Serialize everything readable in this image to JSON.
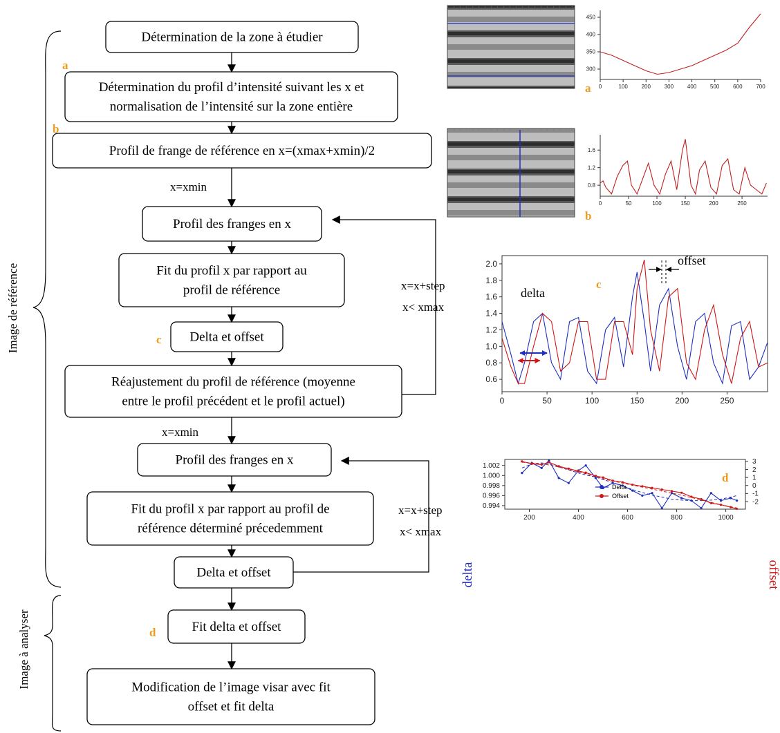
{
  "flow": {
    "boxes": [
      {
        "id": "zone",
        "lines": [
          "Détermination de la zone à étudier"
        ]
      },
      {
        "id": "profil-intensite",
        "lines": [
          "Détermination du profil d’intensité suivant les x et",
          "normalisation de l’intensité sur la zone entière"
        ]
      },
      {
        "id": "profil-reference",
        "lines": [
          "Profil de frange de référence en x=(xmax+xmin)/2"
        ]
      },
      {
        "id": "profil-franges-1",
        "lines": [
          "Profil des franges en x"
        ]
      },
      {
        "id": "fit-1",
        "lines": [
          "Fit du profil x par rapport au",
          "profil de référence"
        ]
      },
      {
        "id": "delta-offset-1",
        "lines": [
          "Delta et offset"
        ]
      },
      {
        "id": "reajustement",
        "lines": [
          "Réajustement du profil de référence (moyenne",
          "entre le profil précédent et le profil actuel)"
        ]
      },
      {
        "id": "profil-franges-2",
        "lines": [
          "Profil des franges en x"
        ]
      },
      {
        "id": "fit-2",
        "lines": [
          "Fit du profil x par rapport au profil de",
          "référence déterminé précedemment"
        ]
      },
      {
        "id": "delta-offset-2",
        "lines": [
          "Delta et offset"
        ]
      },
      {
        "id": "fit-delta-offset",
        "lines": [
          "Fit delta et offset"
        ]
      },
      {
        "id": "modification",
        "lines": [
          "Modification de l’image visar avec fit",
          "offset et fit delta"
        ]
      }
    ],
    "labels": {
      "x_min_1": "x=xmin",
      "x_min_2": "x=xmin",
      "loop_1": [
        "x=x+step",
        "x< xmax"
      ],
      "loop_2": [
        "x=x+step",
        "x< xmax"
      ]
    },
    "side_labels": {
      "reference": "Image de référence",
      "analyse": "Image à analyser"
    },
    "step_letters": {
      "a": "a",
      "b": "b",
      "c": "c",
      "d": "d"
    }
  },
  "colors": {
    "accent_letter": "#f29a1c",
    "delta_blue": "#1f2fbf",
    "offset_red": "#d01515",
    "fringe_dark": "#3a3a3a"
  },
  "charts": {
    "panel_letters": {
      "a": "a",
      "b": "b",
      "c": "c",
      "d": "d"
    }
  },
  "chart_data": [
    {
      "id": "a",
      "type": "line",
      "x": [
        0,
        50,
        100,
        150,
        200,
        250,
        300,
        350,
        400,
        450,
        500,
        550,
        600,
        650,
        700
      ],
      "series": [
        {
          "values": [
            350,
            340,
            325,
            310,
            295,
            285,
            290,
            300,
            310,
            325,
            340,
            355,
            375,
            420,
            460
          ]
        }
      ],
      "xticks": [
        0,
        100,
        200,
        300,
        400,
        500,
        600,
        700
      ],
      "yticks": [
        300,
        350,
        400,
        450
      ],
      "xlim": [
        0,
        700
      ],
      "ylim": [
        270,
        470
      ],
      "color": "#c02020"
    },
    {
      "id": "b",
      "type": "line",
      "x": [
        0,
        5,
        10,
        20,
        30,
        40,
        48,
        55,
        65,
        75,
        85,
        95,
        105,
        115,
        125,
        135,
        145,
        150,
        160,
        168,
        175,
        185,
        195,
        205,
        215,
        225,
        235,
        245,
        255,
        265,
        275,
        285,
        293
      ],
      "series": [
        {
          "values": [
            0.85,
            0.9,
            0.75,
            0.6,
            1.0,
            1.25,
            1.35,
            0.8,
            0.6,
            0.95,
            1.3,
            0.8,
            0.6,
            1.05,
            1.35,
            0.7,
            1.6,
            1.85,
            0.8,
            0.6,
            1.15,
            1.35,
            0.75,
            0.6,
            1.25,
            1.4,
            0.7,
            0.6,
            1.2,
            0.8,
            0.7,
            0.6,
            0.85
          ]
        }
      ],
      "xticks": [
        0,
        50,
        100,
        150,
        200,
        250
      ],
      "yticks": [
        0.8,
        1.2,
        1.6
      ],
      "xlim": [
        0,
        295
      ],
      "ylim": [
        0.55,
        1.95
      ],
      "color": "#c02020"
    },
    {
      "id": "c",
      "type": "line",
      "x": [
        0,
        10,
        18,
        25,
        35,
        45,
        55,
        65,
        75,
        85,
        95,
        105,
        115,
        125,
        135,
        145,
        150,
        158,
        165,
        175,
        185,
        195,
        205,
        215,
        225,
        235,
        245,
        255,
        265,
        275,
        285,
        295
      ],
      "series": [
        {
          "name": "blue",
          "color": "#1f2fbf",
          "values": [
            1.3,
            0.9,
            0.55,
            0.8,
            1.3,
            1.4,
            0.8,
            0.6,
            1.3,
            1.35,
            0.7,
            0.55,
            1.2,
            1.35,
            0.75,
            1.6,
            1.9,
            1.3,
            0.7,
            1.5,
            1.7,
            1.0,
            0.6,
            1.3,
            1.4,
            0.8,
            0.55,
            1.25,
            1.3,
            0.6,
            0.75,
            1.05
          ]
        },
        {
          "name": "red",
          "color": "#d01515",
          "values": [
            1.1,
            0.75,
            0.55,
            0.55,
            1.0,
            1.4,
            1.3,
            0.7,
            0.8,
            1.3,
            1.3,
            0.6,
            0.6,
            1.3,
            1.3,
            0.9,
            1.7,
            2.05,
            1.2,
            0.7,
            1.6,
            1.7,
            0.8,
            0.6,
            1.2,
            1.5,
            0.9,
            0.55,
            1.1,
            1.3,
            0.75,
            0.8
          ]
        }
      ],
      "xticks": [
        0,
        50,
        100,
        150,
        200,
        250
      ],
      "yticks": [
        0.6,
        0.8,
        1.0,
        1.2,
        1.4,
        1.6,
        1.8,
        2.0
      ],
      "xlim": [
        0,
        295
      ],
      "ylim": [
        0.45,
        2.1
      ],
      "annotations": {
        "delta": "delta",
        "offset": "offset"
      }
    },
    {
      "id": "d",
      "type": "line",
      "legend": [
        "Delta",
        "Offset"
      ],
      "ylabel_left": "delta",
      "ylabel_right": "offset",
      "x": [
        170,
        210,
        250,
        280,
        320,
        360,
        400,
        430,
        470,
        500,
        540,
        580,
        620,
        660,
        700,
        740,
        780,
        820,
        860,
        900,
        940,
        980,
        1020,
        1045
      ],
      "series": [
        {
          "name": "Delta",
          "axis": "left",
          "color": "#1f2fbf",
          "values": [
            1.0005,
            1.0025,
            1.0015,
            1.003,
            0.9995,
            0.9985,
            1.001,
            1.002,
            0.9995,
            0.9975,
            0.9985,
            0.998,
            0.997,
            0.996,
            0.9965,
            0.9935,
            0.9965,
            0.9955,
            0.995,
            0.9935,
            0.9965,
            0.995,
            0.9955,
            0.995
          ]
        },
        {
          "name": "Delta fit",
          "axis": "left",
          "color": "#1f2fbf",
          "dashed": true,
          "values": [
            1.0015,
            1.0023,
            1.0025,
            1.0023,
            1.0017,
            1.0011,
            1.0005,
            1.0001,
            0.9997,
            0.9992,
            0.9986,
            0.9979,
            0.9972,
            0.9966,
            0.9961,
            0.9957,
            0.9953,
            0.9951,
            0.995,
            0.995,
            0.9951,
            0.9953,
            0.9957,
            0.996
          ]
        },
        {
          "name": "Offset",
          "axis": "right",
          "color": "#d01515",
          "values": [
            3.0,
            2.7,
            2.6,
            2.9,
            2.4,
            2.1,
            1.8,
            1.6,
            1.2,
            1.0,
            0.6,
            0.4,
            0.1,
            -0.1,
            -0.3,
            -0.5,
            -0.7,
            -0.9,
            -1.4,
            -1.7,
            -2.2,
            -2.4,
            -2.7,
            -2.9
          ]
        },
        {
          "name": "Offset fit",
          "axis": "right",
          "color": "#d01515",
          "dashed": true,
          "values": [
            2.9,
            2.8,
            2.7,
            2.55,
            2.3,
            2.0,
            1.7,
            1.45,
            1.1,
            0.85,
            0.55,
            0.3,
            0.05,
            -0.2,
            -0.45,
            -0.7,
            -0.95,
            -1.2,
            -1.5,
            -1.8,
            -2.1,
            -2.4,
            -2.65,
            -2.8
          ]
        }
      ],
      "xticks": [
        200,
        400,
        600,
        800,
        1000
      ],
      "yticks_left": [
        0.994,
        0.996,
        0.998,
        1.0,
        1.002
      ],
      "yticks_right": [
        -2,
        -1,
        0,
        1,
        2,
        3
      ],
      "xlim": [
        100,
        1080
      ],
      "ylim_left": [
        0.9933,
        1.0032
      ],
      "ylim_right": [
        -2.95,
        3.25
      ]
    }
  ]
}
